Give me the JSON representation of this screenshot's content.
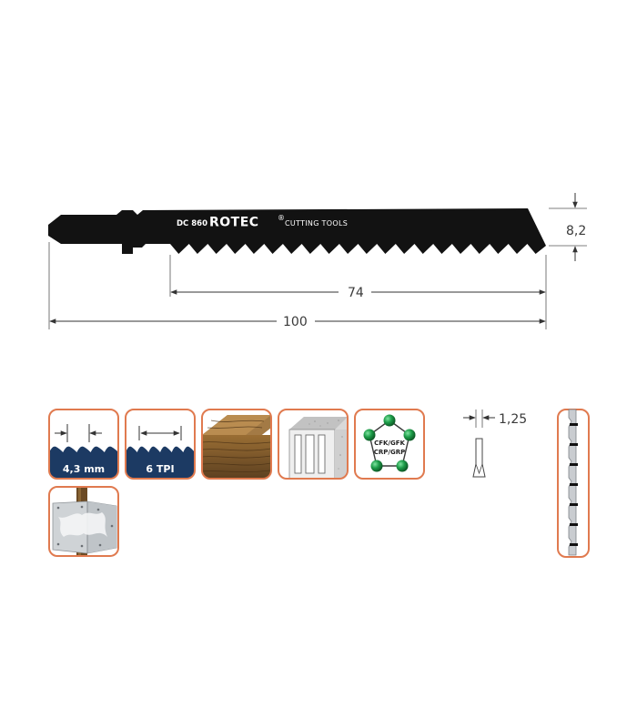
{
  "blade": {
    "model": "DC 860",
    "brand": "ROTEC",
    "brand_mark": "®",
    "tagline": "CUTTING TOOLS",
    "color": "#121212"
  },
  "dimensions": {
    "blade_width": "8,2",
    "cutting_length": "74",
    "total_length": "100",
    "blade_thickness": "1,25"
  },
  "icons": [
    {
      "id": "tooth-pitch",
      "label": "4,3 mm"
    },
    {
      "id": "teeth-per-inch",
      "label": "6 TPI"
    },
    {
      "id": "wood",
      "label": ""
    },
    {
      "id": "soft-board",
      "label": ""
    },
    {
      "id": "composite",
      "lines": [
        "CFK/GFK",
        "CRP/GRP"
      ]
    },
    {
      "id": "plasterboard",
      "label": ""
    }
  ],
  "colors": {
    "frame": "#e07a4f",
    "navy": "#1c3a63",
    "wood": "#7a5a2e",
    "green": "#1e9e4a"
  }
}
